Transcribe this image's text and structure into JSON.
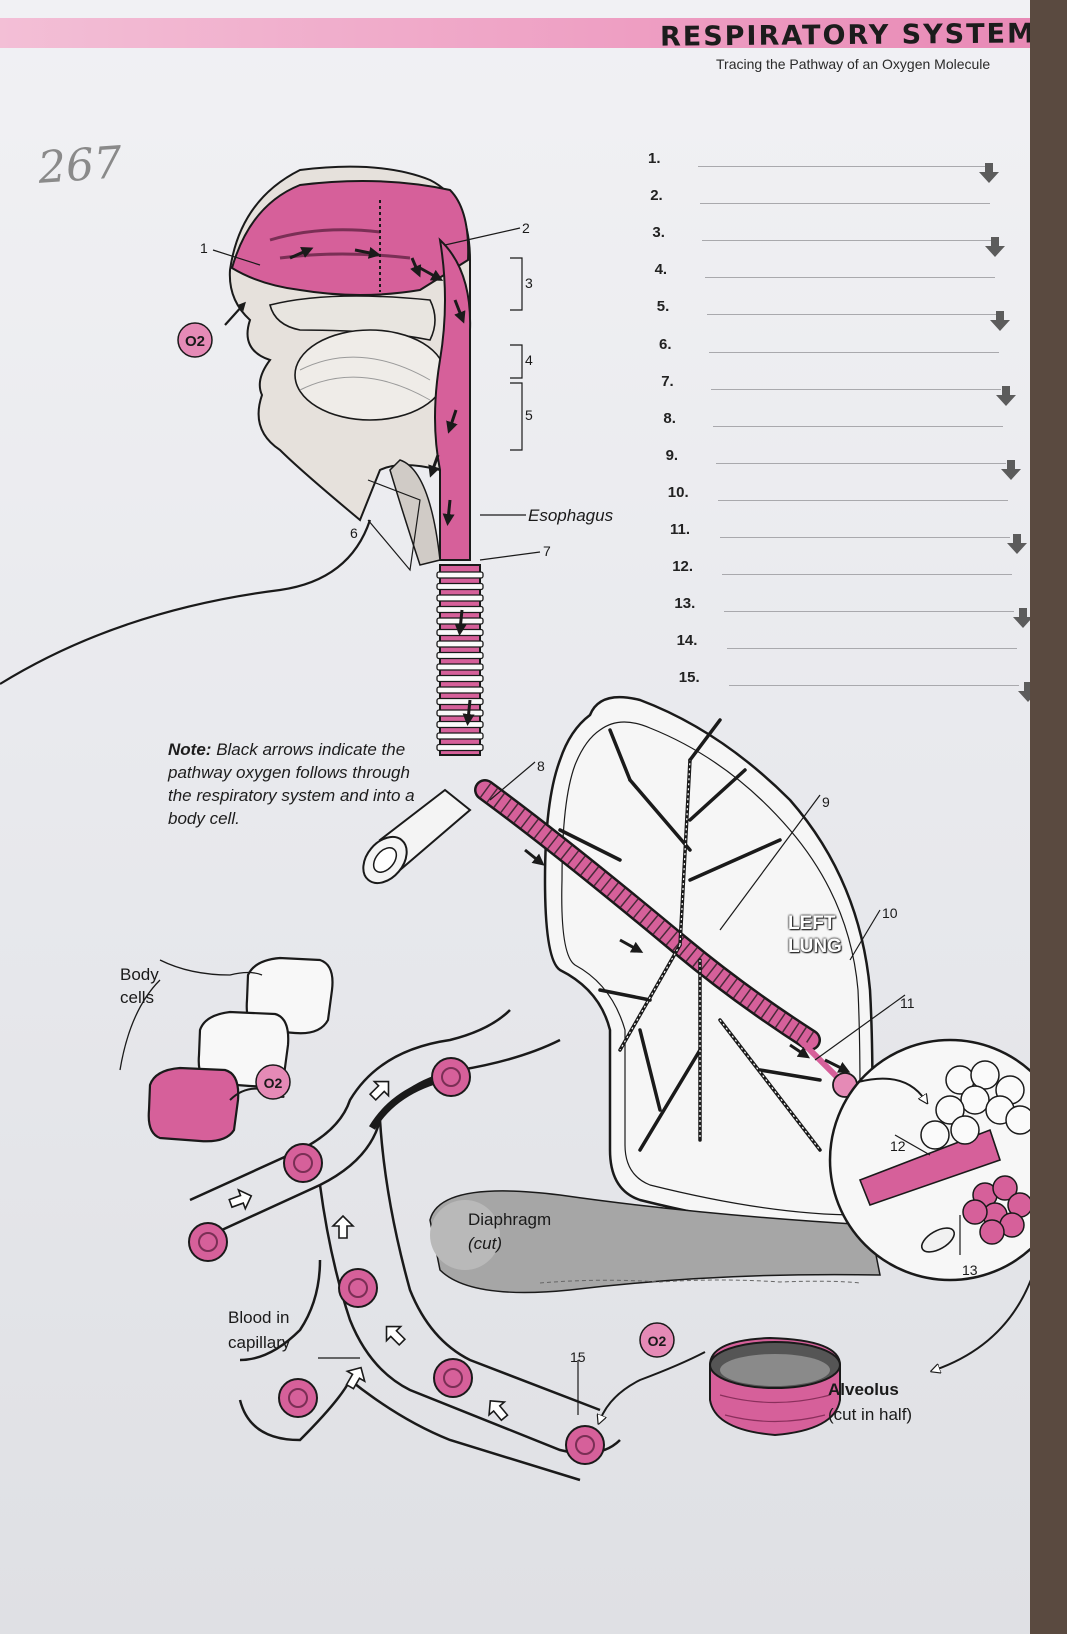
{
  "header": {
    "page_number": "267",
    "title": "RESPIRATORY SYSTEM",
    "subtitle": "Tracing the Pathway of an Oxygen Molecule"
  },
  "answer_list": [
    "1.",
    "2.",
    "3.",
    "4.",
    "5.",
    "6.",
    "7.",
    "8.",
    "9.",
    "10.",
    "11.",
    "12.",
    "13.",
    "14.",
    "15."
  ],
  "diagram": {
    "o2_label": "O2",
    "callouts": {
      "n1": "1",
      "n2": "2",
      "n3": "3",
      "n4": "4",
      "n5": "5",
      "n6": "6",
      "n7": "7",
      "n8": "8",
      "n9": "9",
      "n10": "10",
      "n11": "11",
      "n12": "12",
      "n13": "13",
      "n15": "15"
    },
    "labels": {
      "esophagus": "Esophagus",
      "left_lung_line1": "LEFT",
      "left_lung_line2": "LUNG",
      "body_cells_line1": "Body",
      "body_cells_line2": "cells",
      "diaphragm_line1": "Diaphragm",
      "diaphragm_line2": "(cut)",
      "blood_line1": "Blood in",
      "blood_line2": "capillary",
      "alveolus_line1": "Alveolus",
      "alveolus_line2": "(cut in half)"
    },
    "note": {
      "prefix": "Note:",
      "text": "Black arrows indicate the pathway oxygen follows through the respiratory system and into a body cell."
    },
    "colors": {
      "airway_pink": "#d6609a",
      "light_pink": "#e79ac0",
      "outline": "#1a1a1a",
      "arrow_gray": "#5c5c5c",
      "bar_pink": "#ee9fc3"
    }
  }
}
